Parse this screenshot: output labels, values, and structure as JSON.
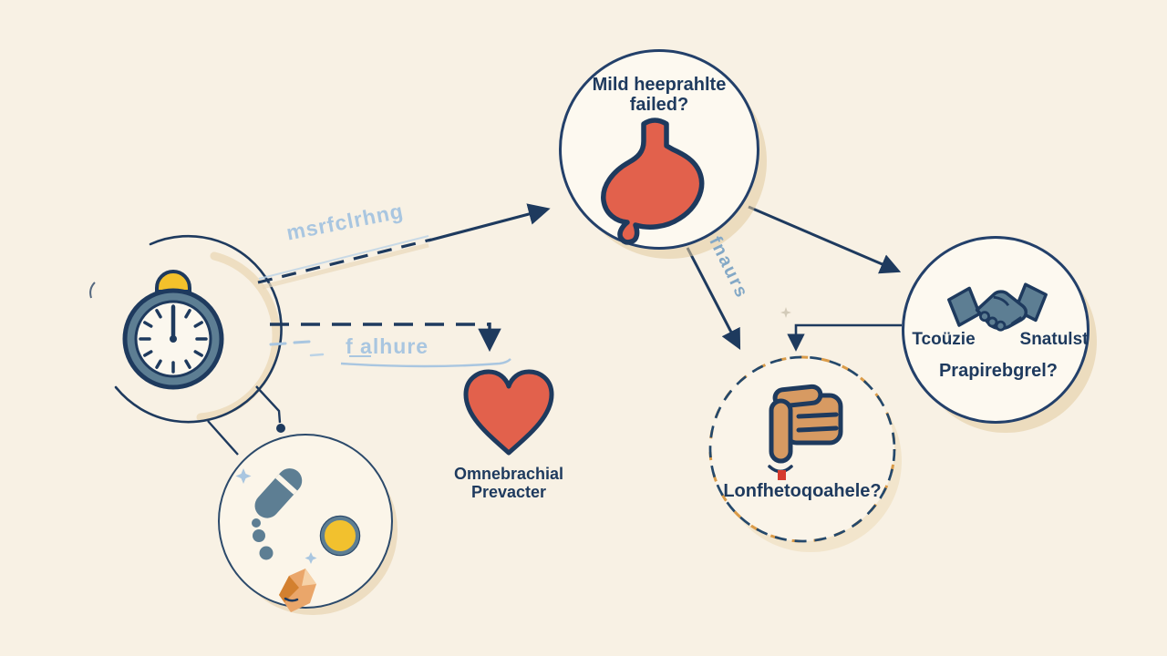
{
  "palette": {
    "background": "#f8f1e4",
    "navy_outline": "#1e3a5e",
    "red_organ": "#e2614c",
    "slate_blue": "#5d7e93",
    "yellow_accent": "#f3c12b",
    "hand_tan": "#d79a62",
    "light_blue_note": "#a9c6e0",
    "shadow_tan": "#e9d6b4",
    "red_small_square": "#d63b2f"
  },
  "icons": {
    "stopwatch": "stopwatch-icon",
    "stomach": "stomach-icon",
    "heart": "heart-icon",
    "capsule": "capsule-icon",
    "round_pill": "round-pill-icon",
    "sparkle": "sparkle-icon",
    "crumpled_paper": "crumpled-paper-icon",
    "pointing_hand": "pointing-hand-icon",
    "handshake": "handshake-icon"
  },
  "nodes": {
    "stomach": {
      "line1": "Mild heeprahlte",
      "line2": "failed?"
    },
    "heart": {
      "line1": "Omnebrachial",
      "line2": "Prevacter"
    },
    "hand": {
      "label": "Lonfhetoqoahele?"
    },
    "handshake": {
      "left": "Tcoüzie",
      "right": "Snatulst",
      "bottom": "Prapirebgrel?"
    }
  },
  "annotations": {
    "monitoring": "msrfclrhng",
    "failure": "f alhure",
    "fnaurs": "fnaurs"
  },
  "edges": [
    {
      "from": "stopwatch",
      "to": "stomach",
      "style": "dashed-then-solid-arrow",
      "label": "msrfclrhng"
    },
    {
      "from": "stopwatch",
      "to": "heart",
      "style": "dashed-elbow-arrow",
      "label": "f alhure"
    },
    {
      "from": "stomach",
      "to": "handshake",
      "style": "solid-arrow",
      "label": ""
    },
    {
      "from": "stomach",
      "to": "hand",
      "style": "solid-arrow",
      "label": "fnaurs"
    },
    {
      "from": "handshake",
      "to": "hand",
      "style": "solid-elbow-arrow",
      "label": ""
    },
    {
      "from": "stopwatch",
      "to": "pills",
      "style": "sketch-connector",
      "label": ""
    }
  ]
}
